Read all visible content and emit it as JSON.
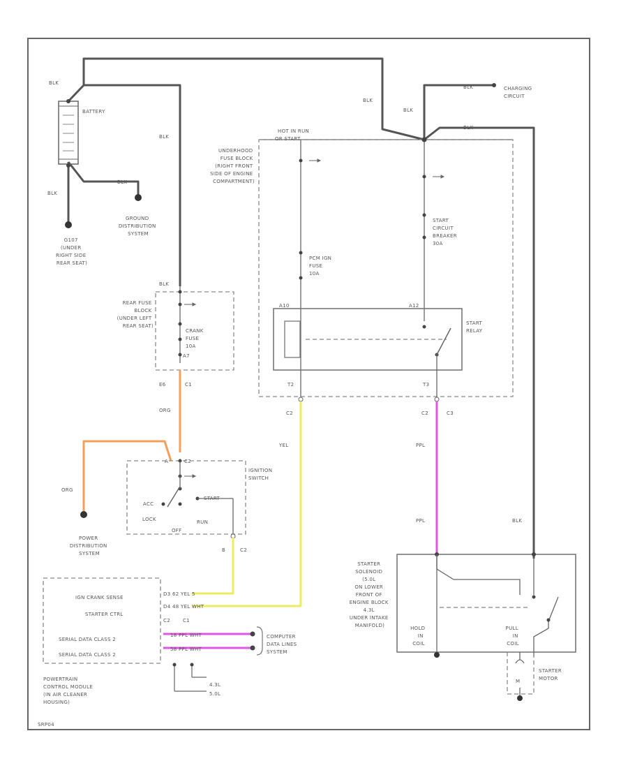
{
  "battery": {
    "label": "BATTERY",
    "wire_top": "BLK",
    "wire_bottom": "BLK",
    "wire_to_ground_dist": "BLK",
    "wire_to_fuse": "BLK"
  },
  "ground_g107": {
    "lines": [
      "G107",
      "(UNDER",
      "RIGHT SIDE",
      "REAR SEAT)"
    ]
  },
  "ground_distribution": {
    "lines": [
      "GROUND",
      "DISTRIBUTION",
      "SYSTEM"
    ]
  },
  "top_wire": {
    "blk_left": "BLK",
    "blk_right": "BLK",
    "blk_charging": "BLK",
    "blk_starter": "BLK"
  },
  "charging_circuit": {
    "lines": [
      "CHARGING",
      "CIRCUIT"
    ]
  },
  "underhood_fuse_block": {
    "lines": [
      "UNDERHOOD",
      "FUSE BLOCK",
      "(RIGHT FRONT",
      "SIDE OF ENGINE",
      "COMPARTMENT)"
    ],
    "hot_label": [
      "HOT IN RUN",
      "OR START"
    ]
  },
  "pcm_ign_fuse": {
    "lines": [
      "PCM IGN",
      "FUSE",
      "10A"
    ]
  },
  "start_circuit_breaker": {
    "lines": [
      "START",
      "CIRCUIT",
      "BREAKER",
      "30A"
    ]
  },
  "start_relay": {
    "lines": [
      "START",
      "RELAY"
    ],
    "pin_left_top": "A10",
    "pin_right_top": "A12",
    "pin_left_bottom": "T2",
    "pin_right_bottom": "T3",
    "conn_left": "C2",
    "conn_right_a": "C2",
    "conn_right_b": "C3"
  },
  "rear_fuse_block": {
    "lines": [
      "REAR FUSE",
      "BLOCK",
      "(UNDER LEFT",
      "REAR SEAT)"
    ],
    "fuse_lines": [
      "CRANK",
      "FUSE",
      "10A"
    ],
    "wire": "BLK",
    "pin_left": "E6",
    "pin_right": "C1",
    "pin_fuse": "A7"
  },
  "wire_colors": {
    "org_down": "ORG",
    "org_power": "ORG",
    "yel": "YEL",
    "ppl_top": "PPL",
    "ppl_bottom": "PPL",
    "blk_motor": "BLK"
  },
  "power_distribution": {
    "lines": [
      "POWER",
      "DISTRIBUTION",
      "SYSTEM"
    ]
  },
  "ignition_switch": {
    "lines": [
      "IGNITION",
      "SWITCH"
    ],
    "positions": {
      "acc": "ACC",
      "lock": "LOCK",
      "off": "OFF",
      "run": "RUN",
      "start": "START"
    },
    "pin_a": "A",
    "pin_top": "C2",
    "pin_b": "B",
    "pin_c2": "C2"
  },
  "pcm": {
    "lines": [
      "POWERTRAIN",
      "CONTROL MODULE",
      "(IN AIR CLEANER",
      "HOUSING)"
    ],
    "rows": [
      "IGN CRANK SENSE",
      "STARTER CTRL",
      "SERIAL DATA CLASS 2",
      "SERIAL DATA CLASS 2"
    ],
    "row_pins": [
      "D3  62  YEL  5",
      "D4  48  YEL  WHT",
      "  18  PPL  WHT",
      "  58  PPL  WHT"
    ],
    "conn_labels": [
      "C2",
      "C1"
    ],
    "engine_notes": [
      "4.3L",
      "5.0L"
    ]
  },
  "computer_data_lines": {
    "lines": [
      "COMPUTER",
      "DATA LINES",
      "SYSTEM"
    ]
  },
  "starter_solenoid": {
    "lines": [
      "STARTER",
      "SOLENOID",
      "(5.0L",
      "ON LOWER",
      "FRONT OF",
      "ENGINE BLOCK",
      "4.3L",
      "UNDER INTAKE",
      "MANIFOLD)"
    ],
    "hold_in": [
      "HOLD",
      "IN",
      "COIL"
    ],
    "pull_in": [
      "PULL",
      "IN",
      "COIL"
    ]
  },
  "starter_motor": {
    "label": [
      "STARTER",
      "MOTOR"
    ],
    "symbol": "M"
  },
  "footer_code": "SRP04"
}
